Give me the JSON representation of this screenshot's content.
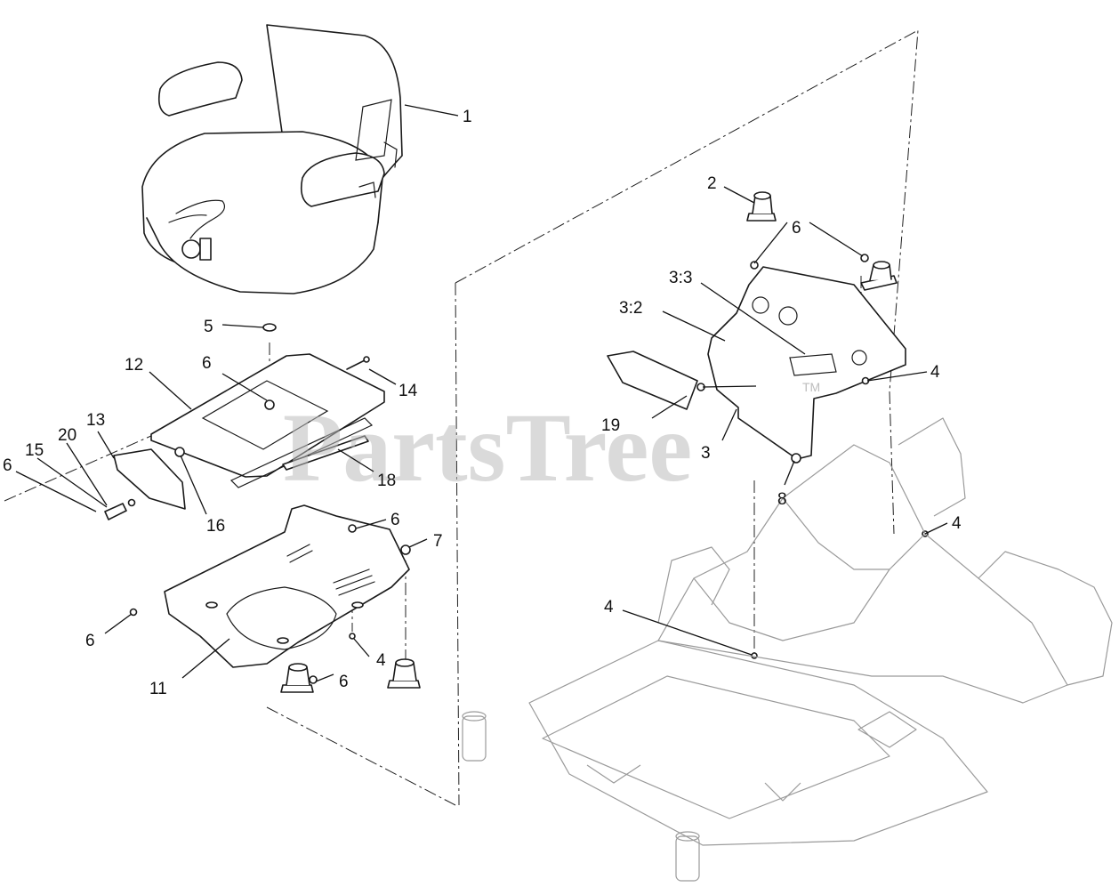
{
  "watermark": {
    "text": "PartsTree",
    "tm": "TM",
    "color": "#bdbdbd"
  },
  "callouts": [
    {
      "id": "c1",
      "label": "1"
    },
    {
      "id": "c2",
      "label": "2"
    },
    {
      "id": "c3",
      "label": "3"
    },
    {
      "id": "c3-2",
      "label": "3:2"
    },
    {
      "id": "c3-3",
      "label": "3:3"
    },
    {
      "id": "c4a",
      "label": "4"
    },
    {
      "id": "c4b",
      "label": "4"
    },
    {
      "id": "c4c",
      "label": "4"
    },
    {
      "id": "c4d",
      "label": "4"
    },
    {
      "id": "c5",
      "label": "5"
    },
    {
      "id": "c6a",
      "label": "6"
    },
    {
      "id": "c6b",
      "label": "6"
    },
    {
      "id": "c6c",
      "label": "6"
    },
    {
      "id": "c6d",
      "label": "6"
    },
    {
      "id": "c6e",
      "label": "6"
    },
    {
      "id": "c6f",
      "label": "6"
    },
    {
      "id": "c7",
      "label": "7"
    },
    {
      "id": "c8",
      "label": "8"
    },
    {
      "id": "c11",
      "label": "11"
    },
    {
      "id": "c12",
      "label": "12"
    },
    {
      "id": "c13",
      "label": "13"
    },
    {
      "id": "c14",
      "label": "14"
    },
    {
      "id": "c15",
      "label": "15"
    },
    {
      "id": "c16",
      "label": "16"
    },
    {
      "id": "c18",
      "label": "18"
    },
    {
      "id": "c19",
      "label": "19"
    },
    {
      "id": "c20",
      "label": "20"
    }
  ]
}
